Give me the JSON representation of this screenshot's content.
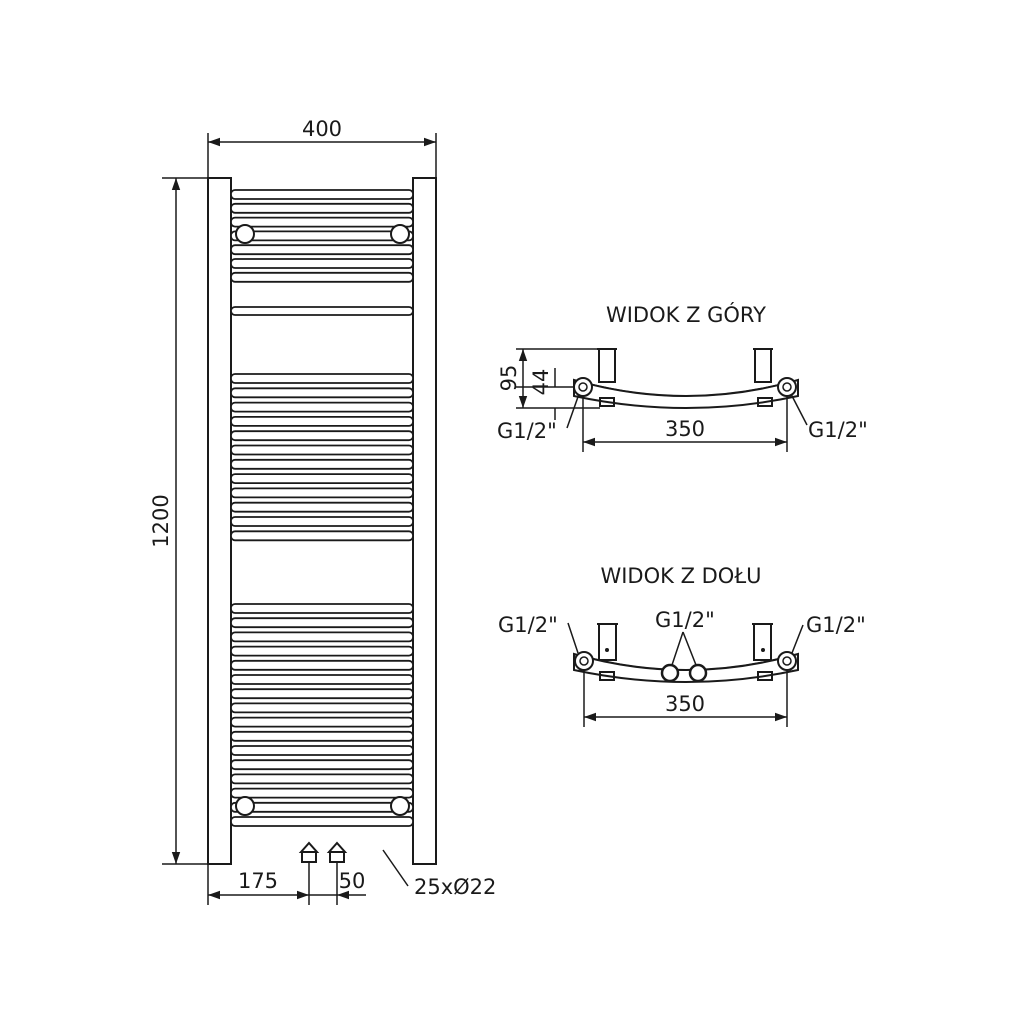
{
  "front_view": {
    "width_label": "400",
    "height_label": "1200",
    "offset_label": "175",
    "spacing_label": "50",
    "tubes_label": "25xØ22"
  },
  "top_view": {
    "title": "WIDOK Z GÓRY",
    "depth_label": "95",
    "offset_label": "44",
    "span_label": "350",
    "left_connector": "G1/2\"",
    "right_connector": "G1/2\""
  },
  "bottom_view": {
    "title": "WIDOK Z DOŁU",
    "span_label": "350",
    "left_connector": "G1/2\"",
    "center_connector": "G1/2\"",
    "right_connector": "G1/2\""
  },
  "colors": {
    "line": "#1a1a1a",
    "background": "#ffffff"
  }
}
